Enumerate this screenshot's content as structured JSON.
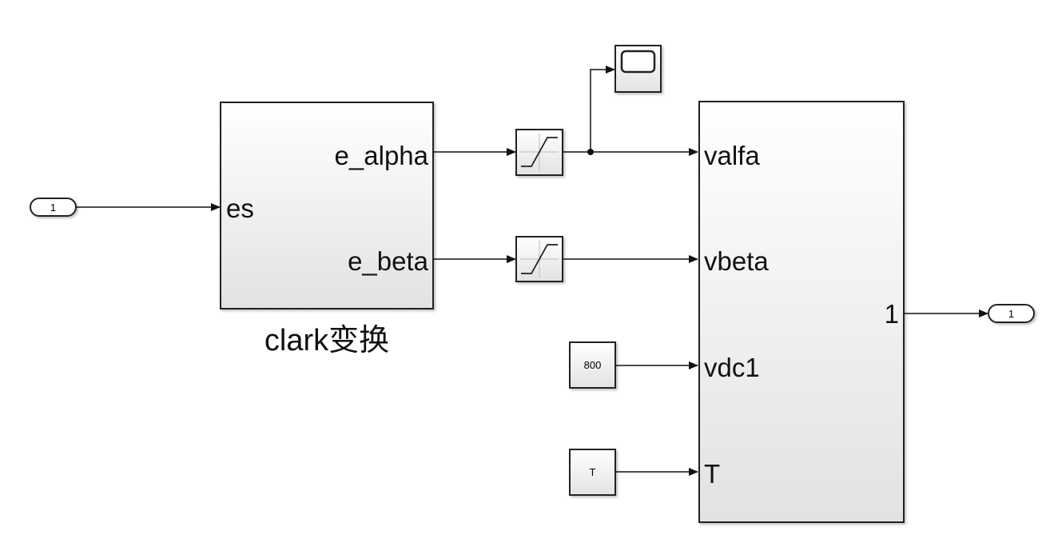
{
  "inport": {
    "label": "1"
  },
  "outport": {
    "label": "1"
  },
  "clark_block": {
    "title": "clark变换",
    "inputs": [
      "es"
    ],
    "outputs": [
      "e_alpha",
      "e_beta"
    ]
  },
  "svpwm_block": {
    "inputs": [
      "valfa",
      "vbeta",
      "vdc1",
      "T"
    ],
    "outputs": [
      "1"
    ]
  },
  "constants": [
    {
      "value": "800"
    },
    {
      "value": "T"
    }
  ],
  "saturation_blocks": [
    "saturation-icon",
    "saturation-icon"
  ],
  "scope": {
    "icon": "scope-icon"
  },
  "colors": {
    "line": "#111111",
    "block_fill_top": "#ffffff",
    "block_fill_bottom": "#e2e2e2"
  }
}
